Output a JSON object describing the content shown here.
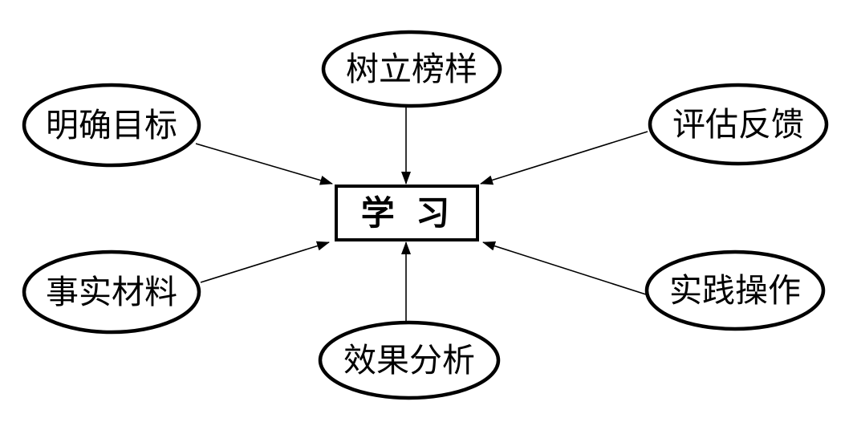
{
  "diagram": {
    "type": "radial-concept-diagram",
    "colors": {
      "background": "#ffffff",
      "stroke": "#000000",
      "text": "#000000",
      "node_fill": "#ffffff"
    },
    "center_node": {
      "label": "学 习",
      "shape": "rectangle"
    },
    "nodes": {
      "top_center": {
        "label": "树立榜样",
        "shape": "ellipse"
      },
      "top_left": {
        "label": "明确目标",
        "shape": "ellipse"
      },
      "top_right": {
        "label": "评估反馈",
        "shape": "ellipse"
      },
      "bottom_left": {
        "label": "事实材料",
        "shape": "ellipse"
      },
      "bottom_right": {
        "label": "实践操作",
        "shape": "ellipse"
      },
      "bottom_center": {
        "label": "效果分析",
        "shape": "ellipse"
      }
    },
    "edges": [
      {
        "from": "树立榜样",
        "to": "学 习",
        "arrow": "to"
      },
      {
        "from": "明确目标",
        "to": "学 习",
        "arrow": "to"
      },
      {
        "from": "评估反馈",
        "to": "学 习",
        "arrow": "to"
      },
      {
        "from": "事实材料",
        "to": "学 习",
        "arrow": "to"
      },
      {
        "from": "实践操作",
        "to": "学 习",
        "arrow": "to"
      },
      {
        "from": "效果分析",
        "to": "学 习",
        "arrow": "to"
      }
    ]
  }
}
